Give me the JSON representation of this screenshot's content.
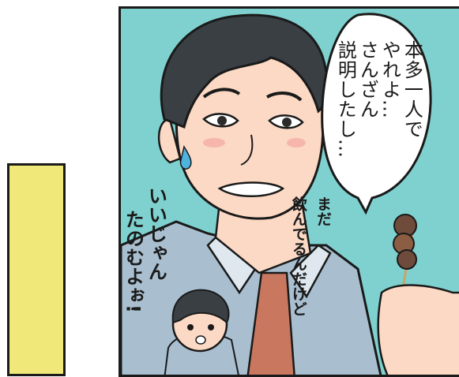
{
  "colors": {
    "side_panel_fill": "#f0e97a",
    "background": "#7fd1cf",
    "suit": "#a9bfd0",
    "skin": "#fbd9c4",
    "hair": "#3a3f44",
    "tie": "#c9775f"
  },
  "speech_bubble": {
    "lines": [
      "本多一人で",
      "やれよ…",
      "さんざん",
      "説明したし…"
    ]
  },
  "handwritten": {
    "mada": "まだ",
    "nonderu": "飲んでるんだけど",
    "iijan": "いいじゃん",
    "tanomu": "たのむよぉ!"
  },
  "characters": [
    "man-in-suit",
    "small-boy",
    "yakitori-skewer"
  ]
}
